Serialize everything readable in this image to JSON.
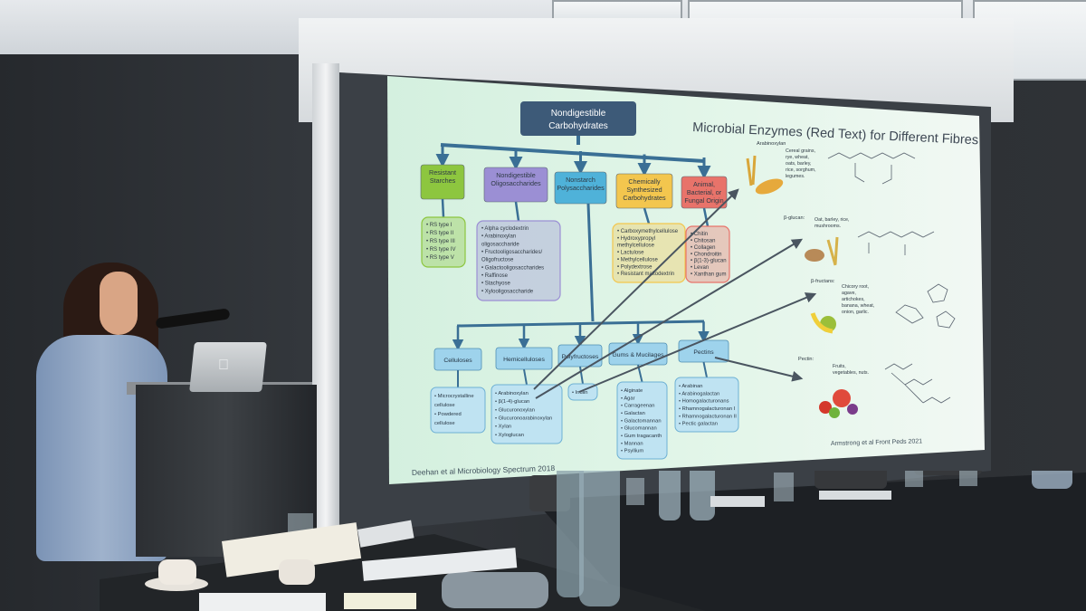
{
  "slide": {
    "title": "Microbial Enzymes (Red Text) for Different Fibres",
    "root": "Nondigestible Carbohydrates",
    "categories": [
      {
        "label": "Resistant Starches",
        "color": "#8dc63f",
        "items": [
          "• RS type I",
          "• RS type II",
          "• RS type III",
          "• RS type IV",
          "• RS type V"
        ]
      },
      {
        "label": "Nondigestible Oligosaccharides",
        "color": "#9b8fd4",
        "items": [
          "• Alpha cyclodextrin",
          "• Arabinoxylan",
          "  oligosaccharide",
          "• Fructooligosaccharides/",
          "  Oligofructose",
          "• Galactooligosaccharides",
          "• Raffinose",
          "• Stachyose",
          "• Xylooligosaccharide"
        ]
      },
      {
        "label": "Nonstarch Polysaccharides",
        "color": "#4fb2d9",
        "items": []
      },
      {
        "label": "Chemically Synthesized Carbohydrates",
        "color": "#f3c64e",
        "items": [
          "• Carboxymethylcellulose",
          "• Hydroxypropyl",
          "  methylcellulose",
          "• Lactulose",
          "• Methylcellulose",
          "• Polydextrose",
          "• Resistant maltodextrin"
        ]
      },
      {
        "label": "Animal, Bacterial, or Fungal Origin",
        "color": "#e8736a",
        "items": [
          "• Chitin",
          "• Chitosan",
          "• Collagen",
          "• Chondroitin",
          "• β(1-3)-glucan",
          "• Levan",
          "• Xanthan gum"
        ]
      }
    ],
    "subcategories": [
      {
        "label": "Celluloses",
        "items": [
          "• Microcrystalline",
          "  cellulose",
          "• Powdered",
          "  cellulose"
        ]
      },
      {
        "label": "Hemicelluloses",
        "items": [
          "• Arabinoxylan",
          "• β(1-4)-glucan",
          "• Glucuronoxylan",
          "• Glucuronoarabinoxylan",
          "• Xylan",
          "• Xyloglucan"
        ]
      },
      {
        "label": "Polyfructoses",
        "items": [
          "• Inulin"
        ]
      },
      {
        "label": "Gums & Mucilages",
        "items": [
          "• Alginate",
          "• Agar",
          "• Carrageenan",
          "• Galactan",
          "• Galactomannan",
          "• Glucomannan",
          "• Gum tragacanth",
          "• Mannan",
          "• Psyllium"
        ]
      },
      {
        "label": "Pectins",
        "items": [
          "• Arabinan",
          "• Arabinogalactan",
          "• Homogalacturonans",
          "• Rhamnogalacturonan I",
          "• Rhamnogalacturonan II",
          "• Pectic galactan"
        ]
      }
    ],
    "fibres": [
      {
        "label": "Arabinoxylan",
        "sources": [
          "Cereal grains,",
          "rye, wheat,",
          "oats, barley,",
          "rice, sorghum,",
          "legumes."
        ]
      },
      {
        "label": "β-glucan:",
        "sources": [
          "Oat, barley, rice,",
          "mushrooms."
        ]
      },
      {
        "label": "β-fructans:",
        "sources": [
          "Chicory root,",
          "agave,",
          "artichokes,",
          "banana, wheat,",
          "onion, garlic."
        ]
      },
      {
        "label": "Pectin:",
        "sources": [
          "Fruits,",
          "vegetables, nuts."
        ]
      }
    ],
    "citation_left": "Deehan et al   Microbiology Spectrum  2018",
    "citation_right": "Armstrong et al   Front Peds  2021"
  }
}
